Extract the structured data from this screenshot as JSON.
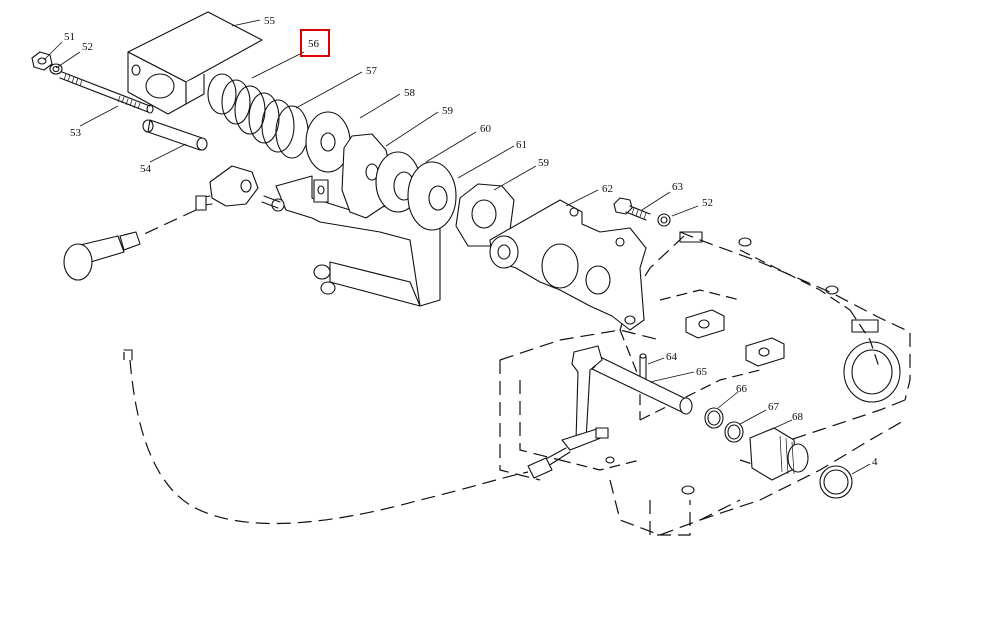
{
  "diagram": {
    "highlight_color": "#e00000",
    "line_color": "#111111",
    "callouts": {
      "c51": "51",
      "c52a": "52",
      "c53": "53",
      "c54": "54",
      "c55": "55",
      "c56": "56",
      "c57": "57",
      "c58": "58",
      "c59a": "59",
      "c60": "60",
      "c61": "61",
      "c59b": "59",
      "c62": "62",
      "c63": "63",
      "c52b": "52",
      "c64": "64",
      "c65": "65",
      "c66": "66",
      "c67": "67",
      "c68": "68",
      "c4": "4"
    }
  }
}
